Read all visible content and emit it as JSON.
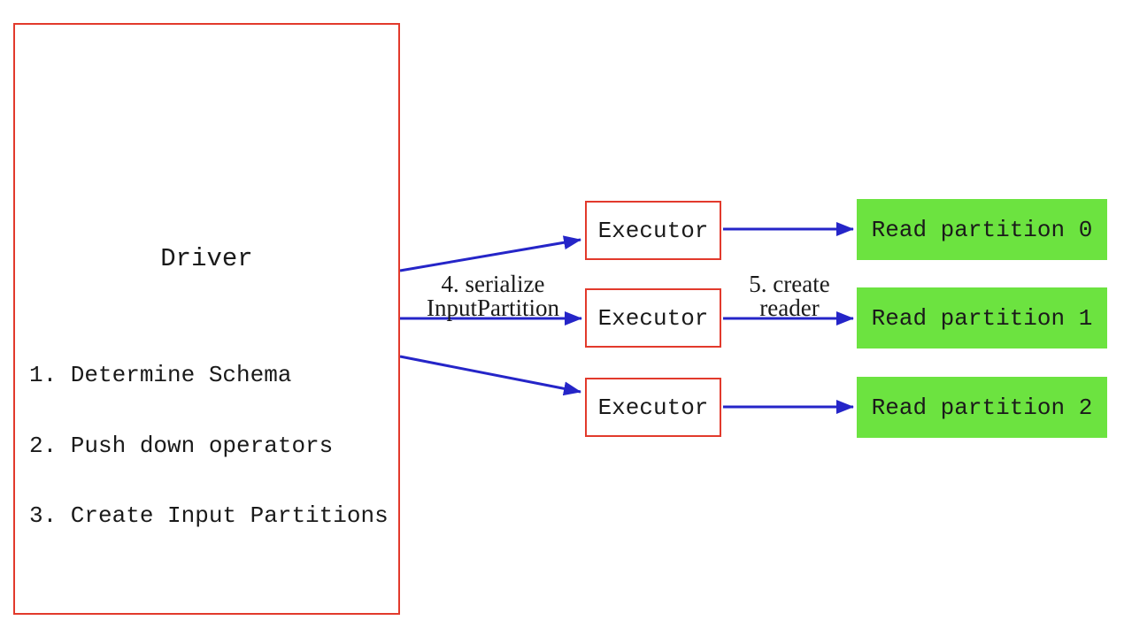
{
  "colors": {
    "box_border": "#e23a2c",
    "arrow": "#2525c8",
    "partition_fill": "#6ce340",
    "text": "#1a1a1a",
    "background": "#ffffff"
  },
  "driver": {
    "title": "Driver",
    "steps": [
      "1. Determine Schema",
      "2. Push down operators",
      "3. Create Input Partitions"
    ]
  },
  "executors": [
    "Executor",
    "Executor",
    "Executor"
  ],
  "partitions": [
    "Read partition 0",
    "Read partition 1",
    "Read partition 2"
  ],
  "edge_labels": {
    "serialize_line1": "4. serialize",
    "serialize_line2": "InputPartition",
    "reader_line1": "5. create",
    "reader_line2": "reader"
  }
}
